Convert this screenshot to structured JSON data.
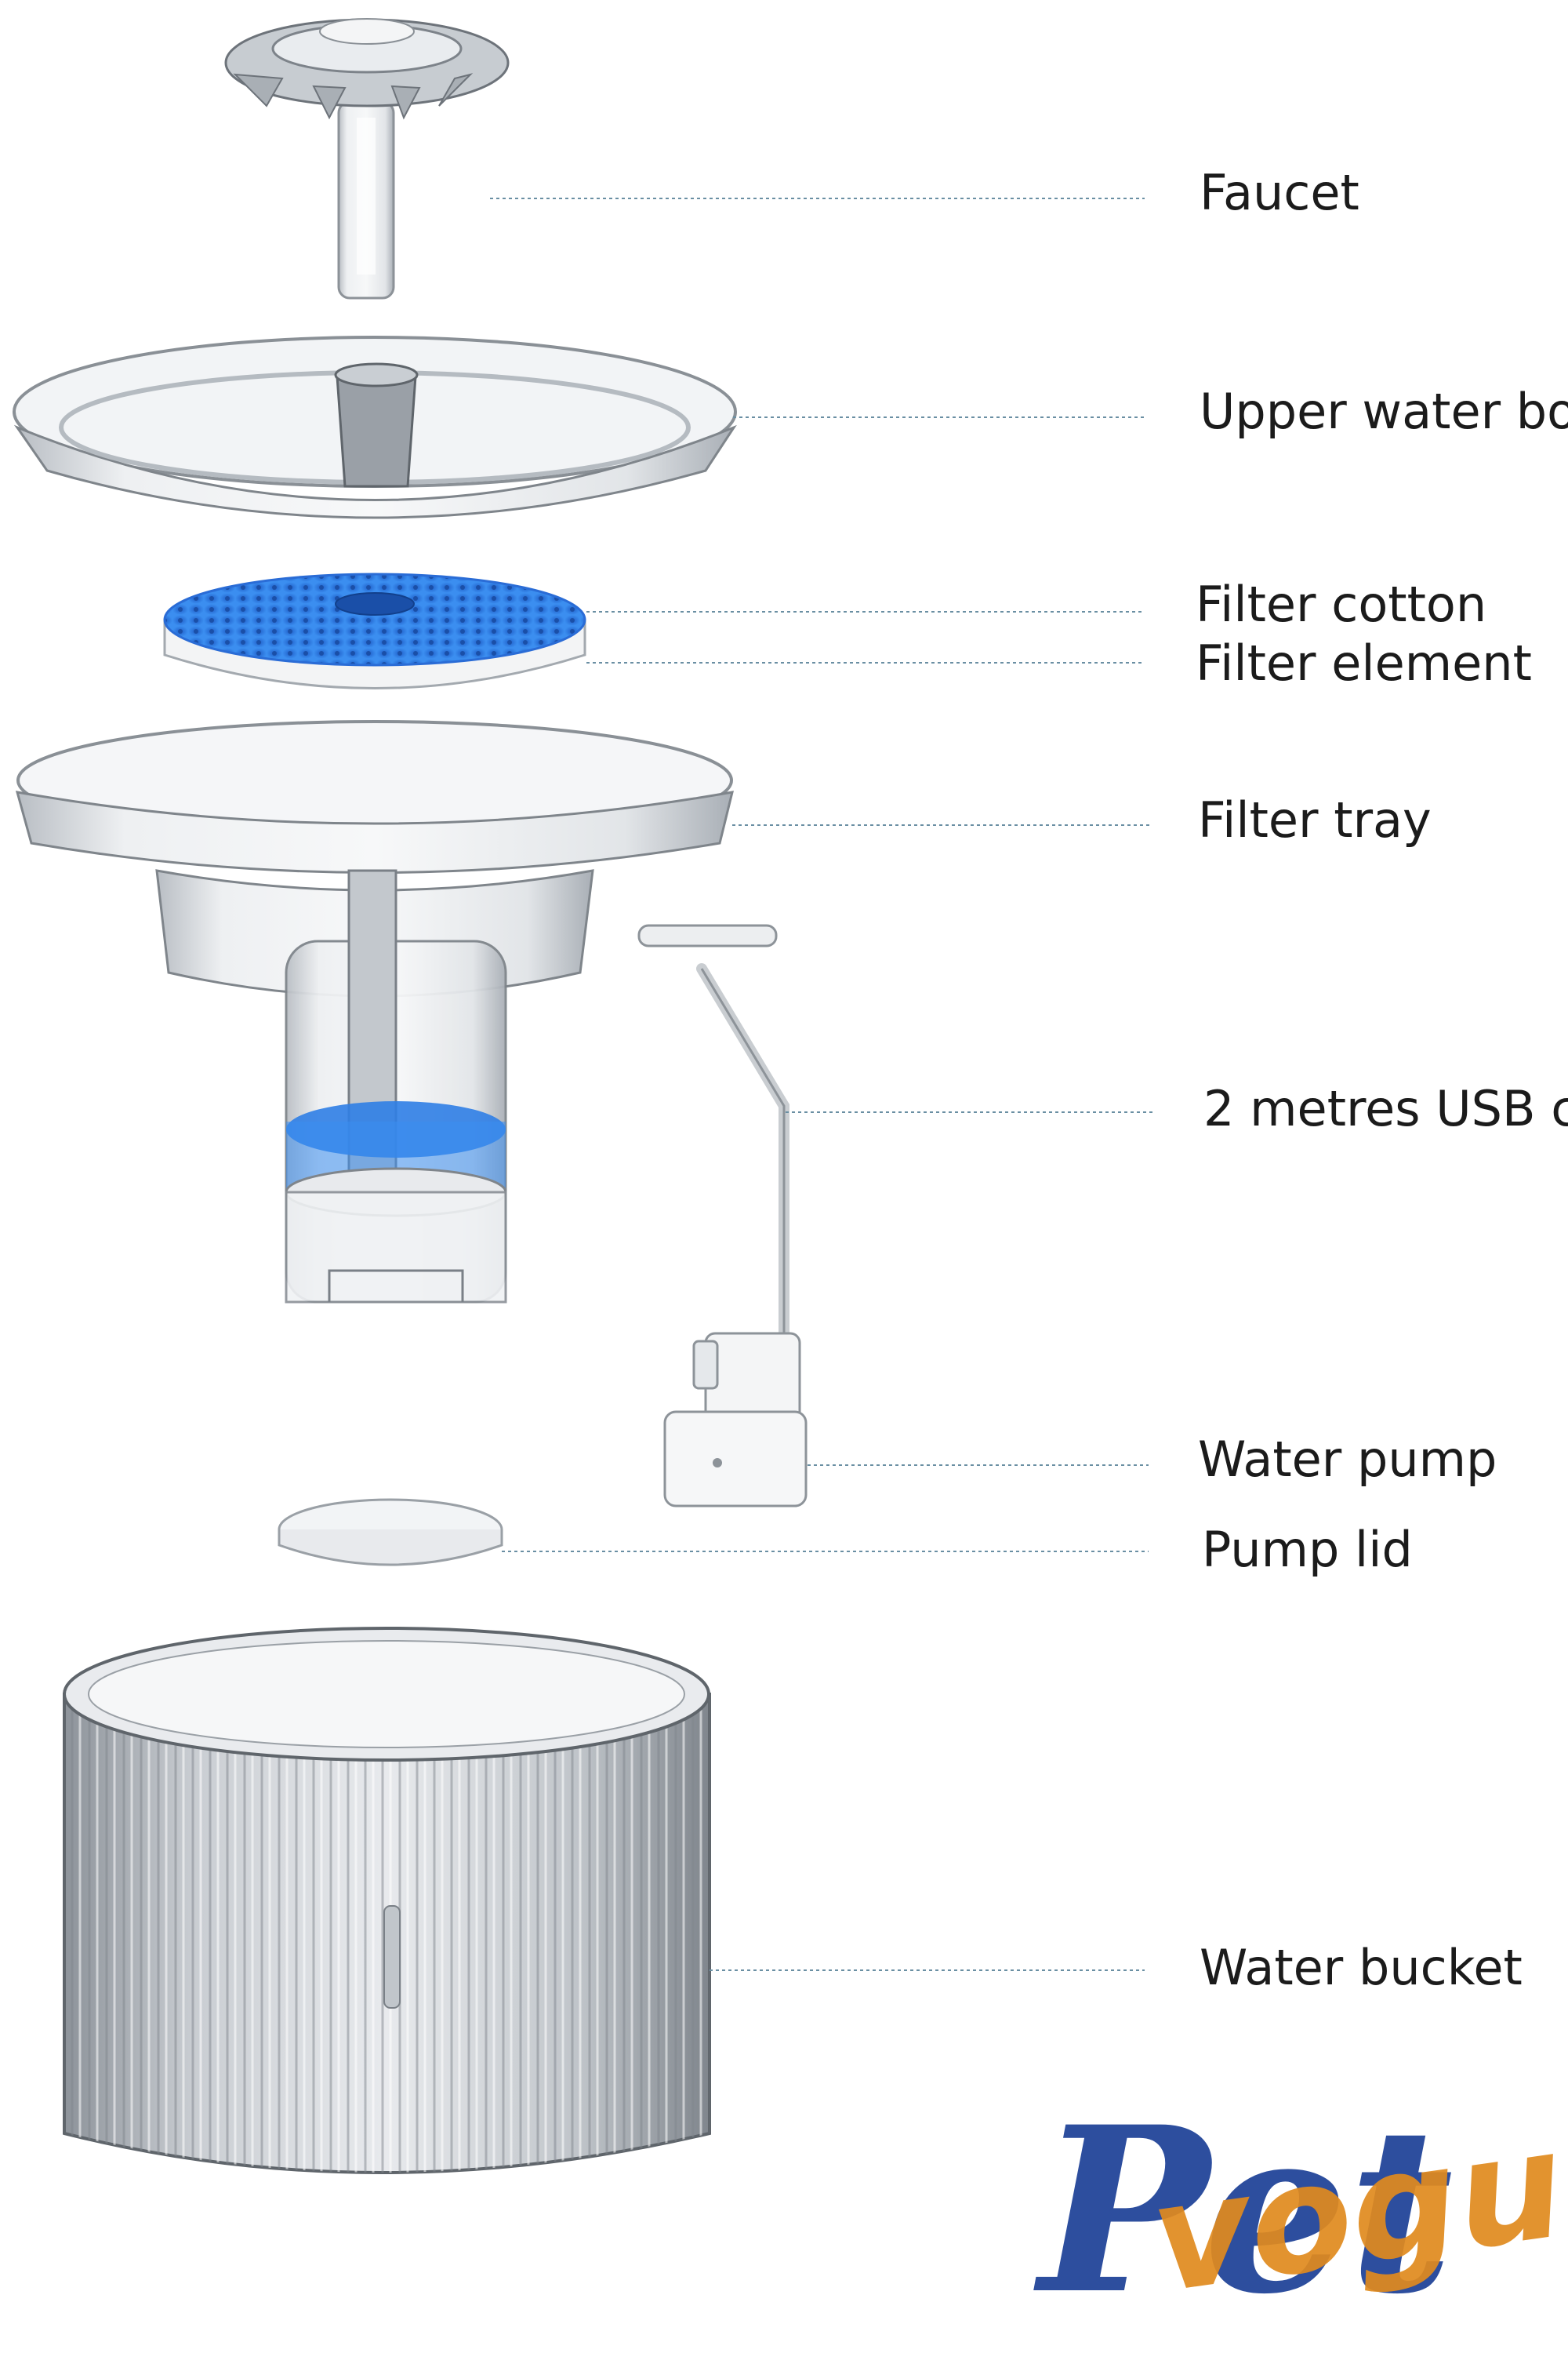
{
  "parts": {
    "faucet": "Faucet",
    "upper_water_bowl": "Upper water bo",
    "filter_cotton": "Filter cotton",
    "filter_element": "Filter element",
    "filter_tray": "Filter tray",
    "usb_cable": "2 metres USB c",
    "water_pump": "Water pump",
    "pump_lid": "Pump lid",
    "water_bucket": "Water bucket"
  },
  "logo": {
    "text_main": "Pet",
    "text_overlay": "vogu",
    "color_main": "#2d4e9e",
    "color_overlay": "#e08a1e"
  },
  "colors": {
    "leader_line": "#6a8fa3",
    "filter_blue": "#2f7ee6",
    "plastic": "#d9dde2"
  }
}
